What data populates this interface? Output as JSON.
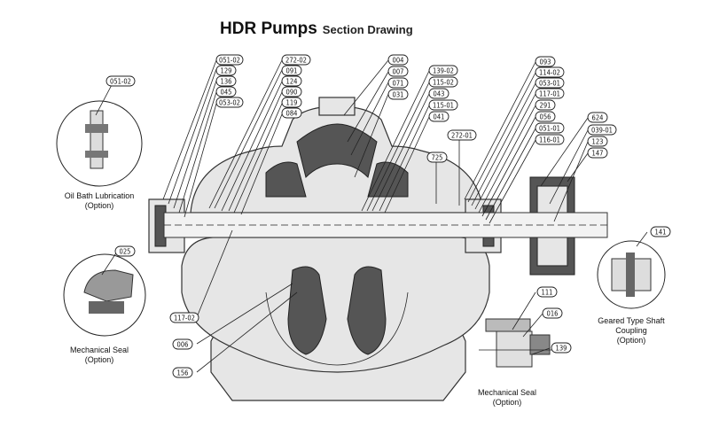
{
  "title": {
    "main": "HDR Pumps",
    "sub": "Section Drawing"
  },
  "left_tags": [
    "051-02",
    "129",
    "136",
    "045",
    "053-02"
  ],
  "mid_tags": [
    "272-02",
    "091",
    "124",
    "090",
    "119",
    "084"
  ],
  "center_tags": [
    "004",
    "007",
    "071",
    "031"
  ],
  "center2_tags": [
    "139-02",
    "115-02",
    "043",
    "115-01",
    "041"
  ],
  "right_tags": [
    "093",
    "114-02",
    "053-01",
    "117-01",
    "291",
    "056",
    "051-01",
    "116-01"
  ],
  "far_right_tags": [
    "624",
    "039-01",
    "123",
    "147"
  ],
  "single_tags": {
    "t272_01": "272-01",
    "t725": "725",
    "t051_02_detail": "051-02",
    "t025": "025",
    "t117_02": "117-02",
    "t006": "006",
    "t156": "156",
    "t141": "141",
    "t111": "111",
    "t016": "016",
    "t139": "139"
  },
  "captions": {
    "oil_bath_1": "Oil Bath Lubrication",
    "oil_bath_2": "(Option)",
    "mech_seal_left_1": "Mechanical Seal",
    "mech_seal_left_2": "(Option)",
    "geared_1": "Geared Type Shaft",
    "geared_2": "Coupling",
    "geared_3": "(Option)",
    "mech_seal_right_1": "Mechanical Seal",
    "mech_seal_right_2": "(Option)"
  }
}
